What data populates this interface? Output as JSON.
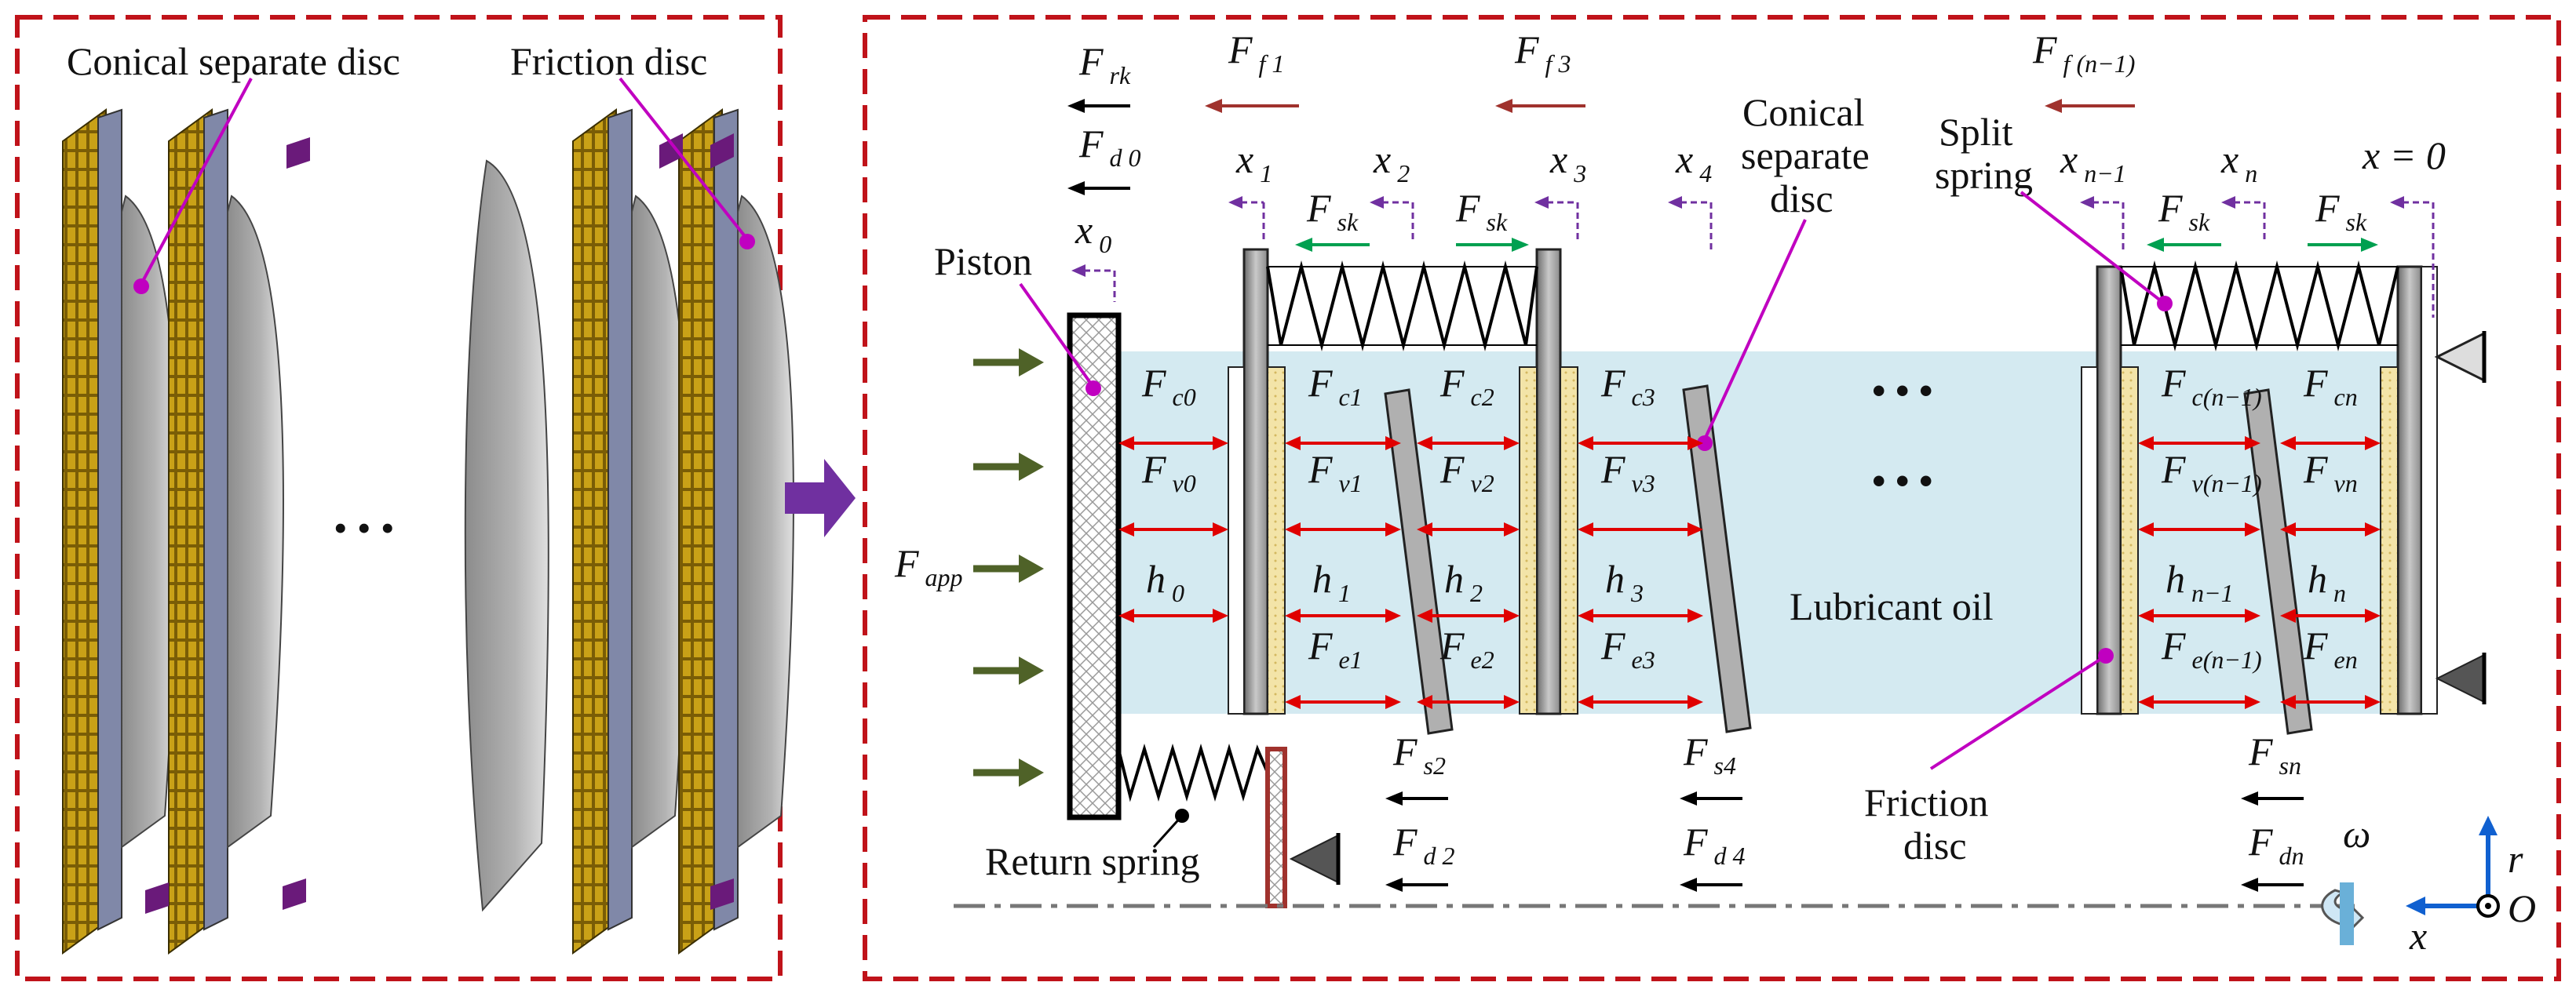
{
  "left_panel": {
    "label_conical": "Conical separate disc",
    "label_friction": "Friction disc",
    "ellipsis": "• • •"
  },
  "right_panel": {
    "piston": "Piston",
    "return_spring": "Return spring",
    "conical_label": [
      "Conical",
      "separate",
      "disc"
    ],
    "split_label": [
      "Split",
      "spring"
    ],
    "friction_label": [
      "Friction",
      "disc"
    ],
    "lubricant": "Lubricant oil",
    "ellipsis": "• • •",
    "x_zero": "x = 0",
    "omega": "ω",
    "axis_r": "r",
    "axis_x": "x",
    "axis_O": "O",
    "forces": {
      "Frk": [
        "F",
        "rk"
      ],
      "Fd0": [
        "F",
        "d 0"
      ],
      "Ff1": [
        "F",
        "f 1"
      ],
      "Ff3": [
        "F",
        "f 3"
      ],
      "Ffn1": [
        "F",
        "f (n−1)"
      ],
      "Fsk": [
        "F",
        "sk"
      ],
      "Fapp": [
        "F",
        "app"
      ],
      "Fs2": [
        "F",
        "s2"
      ],
      "Fs4": [
        "F",
        "s4"
      ],
      "Fsn": [
        "F",
        "sn"
      ],
      "Fd2": [
        "F",
        "d 2"
      ],
      "Fd4": [
        "F",
        "d 4"
      ],
      "Fdn": [
        "F",
        "dn"
      ]
    },
    "disp": {
      "x0": [
        "x",
        "0"
      ],
      "x1": [
        "x",
        "1"
      ],
      "x2": [
        "x",
        "2"
      ],
      "x3": [
        "x",
        "3"
      ],
      "x4": [
        "x",
        "4"
      ],
      "xn1": [
        "x",
        "n−1"
      ],
      "xn": [
        "x",
        "n"
      ]
    },
    "gap_rows": {
      "c": [
        [
          "F",
          "c0"
        ],
        [
          "F",
          "c1"
        ],
        [
          "F",
          "c2"
        ],
        [
          "F",
          "c3"
        ],
        [
          "F",
          "c(n−1)"
        ],
        [
          "F",
          "cn"
        ]
      ],
      "v": [
        [
          "F",
          "v0"
        ],
        [
          "F",
          "v1"
        ],
        [
          "F",
          "v2"
        ],
        [
          "F",
          "v3"
        ],
        [
          "F",
          "v(n−1)"
        ],
        [
          "F",
          "vn"
        ]
      ],
      "h": [
        [
          "h",
          "0"
        ],
        [
          "h",
          "1"
        ],
        [
          "h",
          "2"
        ],
        [
          "h",
          "3"
        ],
        [
          "h",
          "n−1"
        ],
        [
          "h",
          "n"
        ]
      ],
      "e": [
        [
          "F",
          "e1"
        ],
        [
          "F",
          "e2"
        ],
        [
          "F",
          "e3"
        ],
        [
          "F",
          "e(n−1)"
        ],
        [
          "F",
          "en"
        ]
      ]
    }
  },
  "colors": {
    "frame": "#c0131a",
    "gold": "#b8920c",
    "disc_gray": "#9a9a9a",
    "oil": "#d4eaf1",
    "purple_arrow": "#7030a0",
    "magenta": "#c000c0",
    "red_arrow": "#e00000",
    "green_arrow": "#00a050",
    "olive_arrow": "#4f6228",
    "brown_arrow": "#a0322d",
    "blue_axis": "#1060d0"
  }
}
